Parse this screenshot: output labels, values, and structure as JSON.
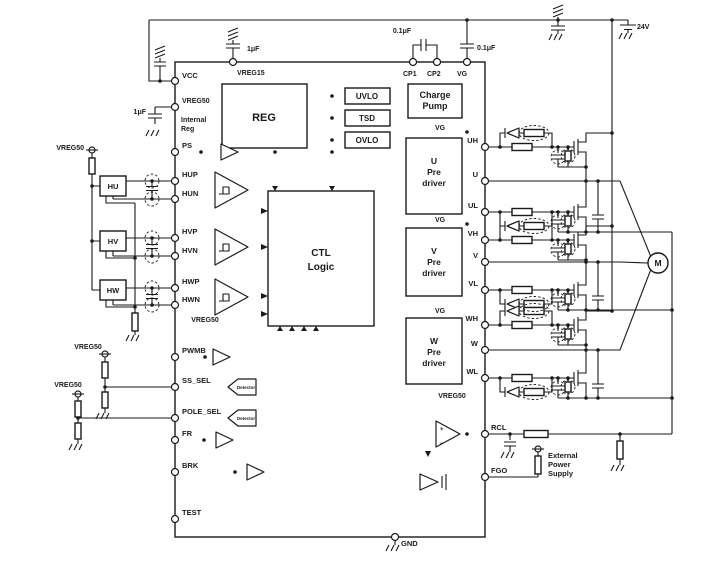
{
  "labels": {
    "vcc": "VCC",
    "vreg15": "VREG15",
    "vreg50": "VREG50",
    "ps": "PS",
    "internal1": "Internal",
    "internal2": "Reg",
    "reg": "REG",
    "uvlo": "UVLO",
    "tsd": "TSD",
    "ovlo": "OVLO",
    "charge": "Charge",
    "pump": "Pump",
    "cp1": "CP1",
    "cp2": "CP2",
    "vg": "VG",
    "cap_1uf": "1μF",
    "cap_01uf": "0.1μF",
    "supply_24v": "24V",
    "hu": "HU",
    "hv": "HV",
    "hw": "HW",
    "hup": "HUP",
    "hun": "HUN",
    "hvp": "HVP",
    "hvn": "HVN",
    "hwp": "HWP",
    "hwn": "HWN",
    "ctl1": "CTL",
    "ctl2": "Logic",
    "pre": "Pre",
    "driver": "driver",
    "u": "U",
    "v": "V",
    "w": "W",
    "uh": "UH",
    "ul": "UL",
    "vh": "VH",
    "vl": "VL",
    "wh": "WH",
    "wl": "WL",
    "pwmb": "PWMB",
    "ss_sel": "SS_SEL",
    "pole_sel": "POLE_SEL",
    "fr": "FR",
    "brk": "BRK",
    "test": "TEST",
    "gnd": "GND",
    "rcl": "RCL",
    "fgo": "FGO",
    "detector": "Detector",
    "motor": "M",
    "ext1": "External",
    "ext2": "Power",
    "ext3": "Supply",
    "plus": "+",
    "minus": "−"
  },
  "colors": {
    "wire": "#1a1a1a",
    "bg": "#ffffff"
  }
}
